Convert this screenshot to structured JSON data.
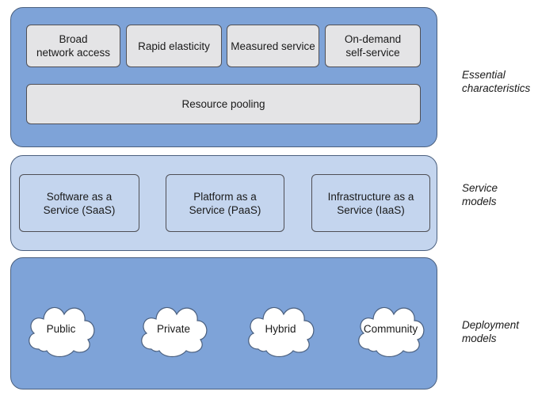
{
  "layers": {
    "essential": {
      "label": "Essential\ncharacteristics",
      "items": [
        "Broad\nnetwork access",
        "Rapid elasticity",
        "Measured service",
        "On-demand\nself-service"
      ],
      "pooling": "Resource pooling"
    },
    "service": {
      "label": "Service\nmodels",
      "items": [
        "Software as a\nService (SaaS)",
        "Platform as a\nService (PaaS)",
        "Infrastructure as a\nService (IaaS)"
      ]
    },
    "deployment": {
      "label": "Deployment\nmodels",
      "items": [
        "Public",
        "Private",
        "Hybrid",
        "Community"
      ]
    }
  },
  "colors": {
    "dark_layer": "#7ea3d8",
    "light_layer": "#c4d5ee",
    "grey_box": "#e4e4e6",
    "cloud_fill": "#ffffff"
  }
}
